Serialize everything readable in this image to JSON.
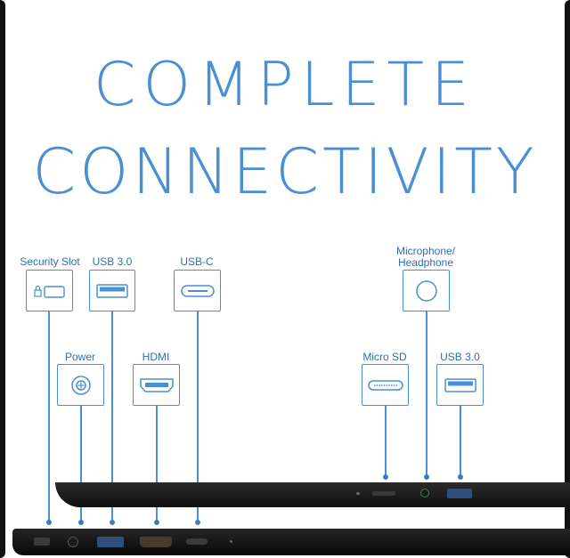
{
  "headline": {
    "line1": "COMPLETE",
    "line2": "CONNECTIVITY"
  },
  "ports": {
    "security_slot": "Security Slot",
    "usb3_left": "USB 3.0",
    "usbc": "USB-C",
    "power": "Power",
    "hdmi": "HDMI",
    "micro_sd": "Micro SD",
    "usb3_right": "USB 3.0",
    "mic_line1": "Microphone/",
    "mic_line2": "Headphone"
  },
  "colors": {
    "accent": "#4a8fd6",
    "laptop": "#111111"
  }
}
